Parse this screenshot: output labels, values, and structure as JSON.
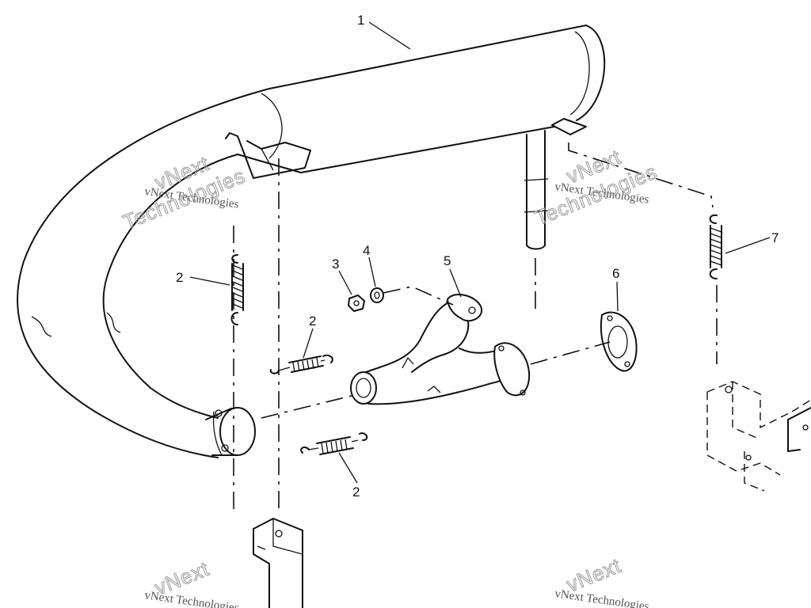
{
  "diagram": {
    "callouts": {
      "c1": "1",
      "c2a": "2",
      "c2b": "2",
      "c2c": "2",
      "c3": "3",
      "c4": "4",
      "c5": "5",
      "c6": "6",
      "c7": "7"
    },
    "watermark": {
      "small_text": "vNext Technologies",
      "large_text_1": "vNext",
      "large_text_2": "Technologies"
    }
  }
}
